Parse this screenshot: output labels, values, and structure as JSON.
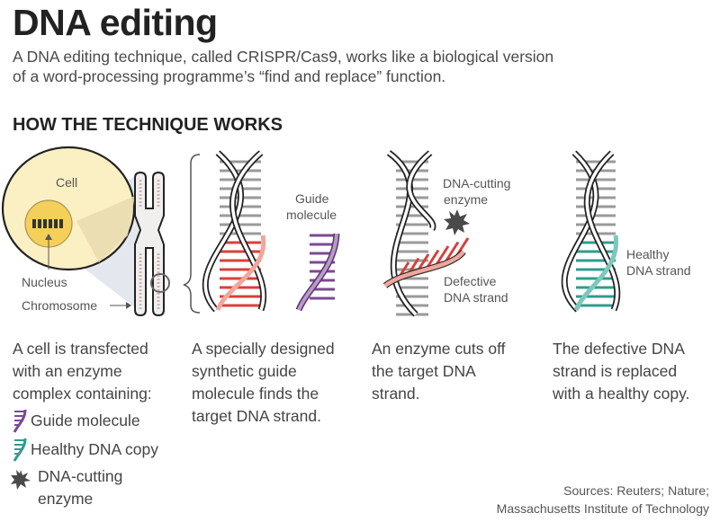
{
  "header": {
    "title": "DNA editing",
    "subtitle_line1": "A DNA editing technique, called CRISPR/Cas9, works like a biological version",
    "subtitle_line2": "of a word-processing programme’s “find and replace” function.",
    "section_heading": "HOW THE TECHNIQUE WORKS"
  },
  "colors": {
    "cell_fill": "#fbf0c4",
    "nucleus_fill": "#f4cf5a",
    "zoom_cone": "#dfe3ea",
    "strand_outline": "#222222",
    "rung_gray": "#9a9a9a",
    "defective_red": "#d9403a",
    "defective_fill": "#f2a79c",
    "guide_purple": "#7b4a93",
    "healthy_teal": "#2f9c8e",
    "enzyme_gray": "#4a4a4a"
  },
  "diagram": {
    "cell_label": "Cell",
    "nucleus_label": "Nucleus",
    "chromosome_label": "Chromosome",
    "guide_label_line1": "Guide",
    "guide_label_line2": "molecule",
    "enzyme_label_line1": "DNA-cutting",
    "enzyme_label_line2": "enzyme",
    "defective_label_line1": "Defective",
    "defective_label_line2": "DNA strand",
    "healthy_label_line1": "Healthy",
    "healthy_label_line2": "DNA strand"
  },
  "steps": [
    {
      "lines": [
        "A cell is transfected",
        "with an enzyme",
        "complex containing:"
      ],
      "legend": [
        {
          "icon": "guide-molecule-icon",
          "label": "Guide molecule"
        },
        {
          "icon": "healthy-dna-icon",
          "label": "Healthy DNA copy"
        },
        {
          "icon": "enzyme-icon",
          "label_line1": "DNA-cutting",
          "label_line2": "enzyme"
        }
      ]
    },
    {
      "lines": [
        "A specially designed",
        "synthetic guide",
        "molecule finds the",
        "target DNA strand."
      ]
    },
    {
      "lines": [
        "An enzyme cuts off",
        "the target DNA",
        "strand."
      ]
    },
    {
      "lines": [
        "The defective DNA",
        "strand is replaced",
        "with a healthy copy."
      ]
    }
  ],
  "footer": {
    "sources_line1": "Sources: Reuters; Nature;",
    "sources_line2": "Massachusetts Institute of Technology"
  }
}
